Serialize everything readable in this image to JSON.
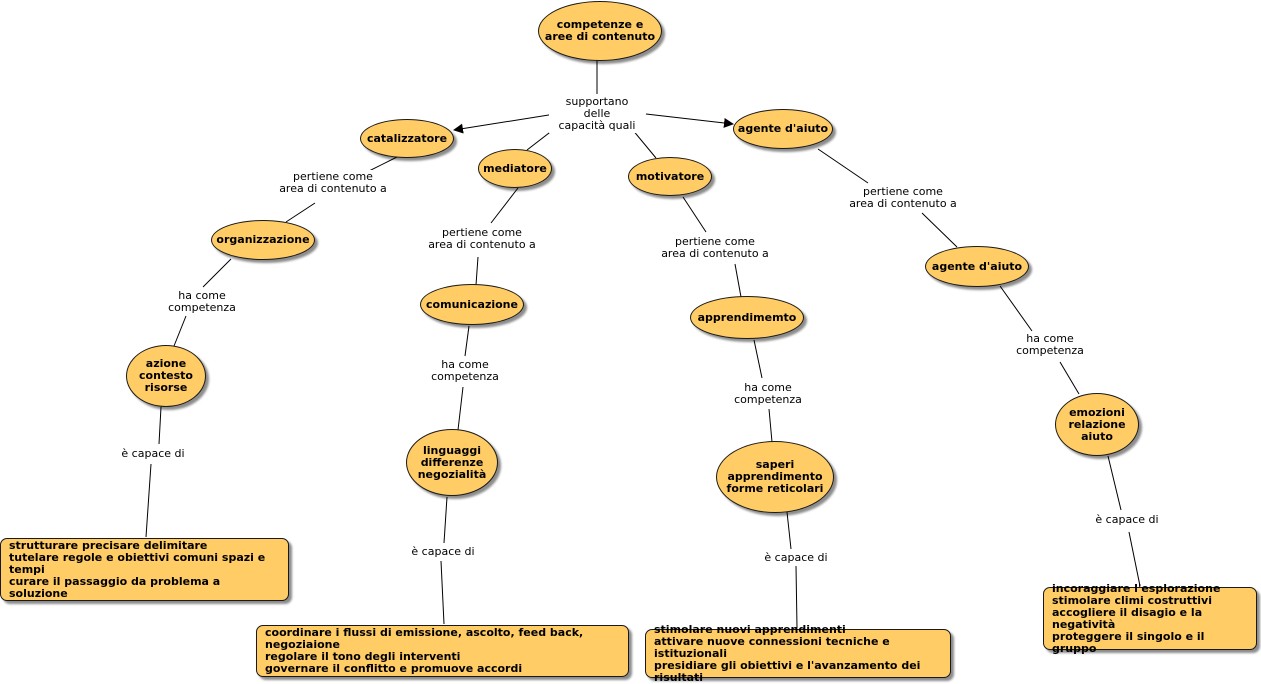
{
  "concepts": {
    "root": "competenze  e\naree di contenuto",
    "catalizzatore": "catalizzatore",
    "mediatore": "mediatore",
    "motivatore": "motivatore",
    "agente1": "agente d'aiuto",
    "organizzazione": "organizzazione",
    "comunicazione": "comunicazione",
    "apprendimemto": "apprendimemto",
    "agente2": "agente d'aiuto",
    "azione": "azione\ncontesto\nrisorse",
    "linguaggi": "linguaggi\ndifferenze\nnegozialità",
    "saperi": "saperi\napprendimento\nforme reticolari",
    "emozioni": "emozioni\nrelazione\naiuto",
    "box1": "strutturare precisare delimitare\ntutelare regole e  obiettivi comuni  spazi e tempi\ncurare il passaggio da problema a soluzione",
    "box2": "coordinare i flussi di emissione, ascolto, feed back, negoziaione\nregolare il tono degli interventi\ngovernare il conflitto e promuove accordi",
    "box3": "stimolare nuovi apprendimenti\nattivare nuove connessioni tecniche e istituzionali\npresidiare  gli obiettivi e l'avanzamento dei risultati",
    "box4": "incoraggiare l'esplorazione\nstimolare climi costruttivi\naccogliere il disagio e la negatività\nproteggere il singolo e il gruppo"
  },
  "links": {
    "supportano": "supportano delle\ncapacità quali",
    "pertiene1": "pertiene come\narea di  contenuto a",
    "pertiene2": "pertiene come\narea di  contenuto a",
    "pertiene3": "pertiene come\narea di  contenuto a",
    "pertiene4": "pertiene come\narea di  contenuto a",
    "ha1": "ha come\ncompetenza",
    "ha2": "ha come\ncompetenza",
    "ha3": "ha come\ncompetenza",
    "ha4": "ha come\ncompetenza",
    "capace1": "è capace di",
    "capace2": "è capace di",
    "capace3": "è capace di",
    "capace4": "è capace di"
  },
  "colors": {
    "node_fill": "#ffcc66",
    "line": "#000000"
  }
}
